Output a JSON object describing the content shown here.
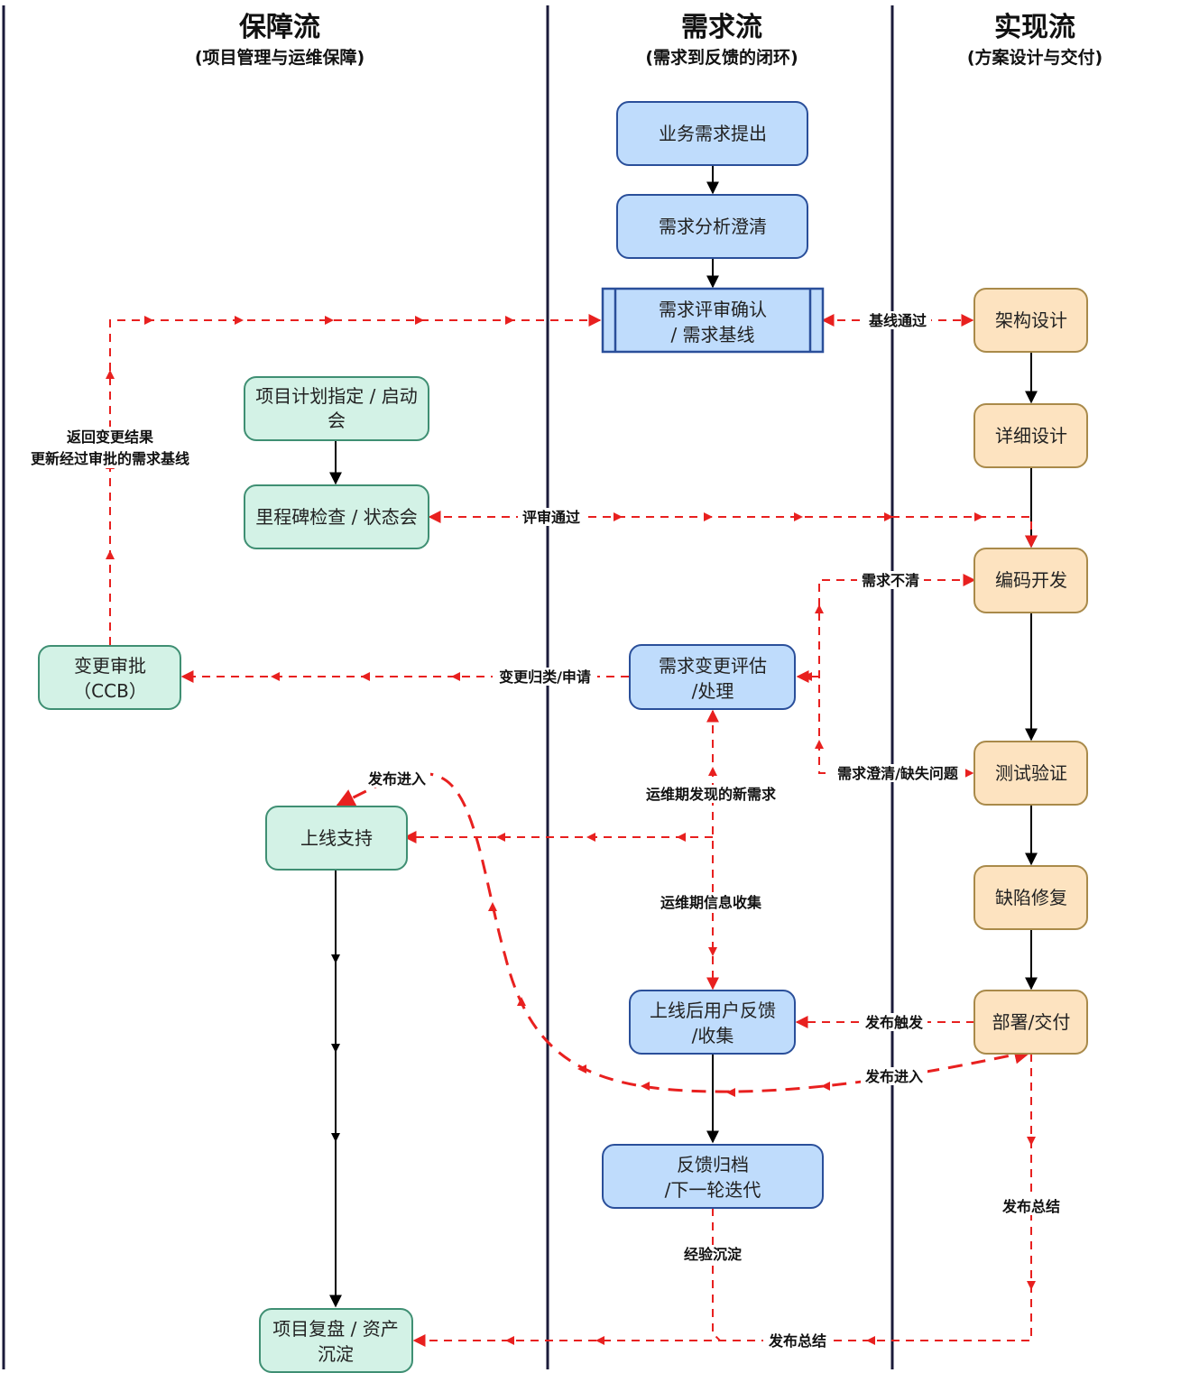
{
  "lanes": [
    {
      "title": "保障流",
      "subtitle": "(项目管理与运维保障)"
    },
    {
      "title": "需求流",
      "subtitle": "(需求到反馈的闭环)"
    },
    {
      "title": "实现流",
      "subtitle": "(方案设计与交付)"
    }
  ],
  "nodes": {
    "biz_req": [
      "业务需求提出"
    ],
    "req_analysis": [
      "需求分析澄清"
    ],
    "req_review": [
      "需求评审确认",
      "/ 需求基线"
    ],
    "project_plan": [
      "项目计划指定 / 启动",
      "会"
    ],
    "milestone": [
      "里程碑检查 / 状态会"
    ],
    "change_approval": [
      "变更审批",
      "（CCB）"
    ],
    "change_eval": [
      "需求变更评估",
      "/处理"
    ],
    "go_live": [
      "上线支持"
    ],
    "user_feedback": [
      "上线后用户反馈",
      "/收集"
    ],
    "archive": [
      "反馈归档",
      "/下一轮迭代"
    ],
    "retro": [
      "项目复盘 / 资产",
      "沉淀"
    ],
    "arch": [
      "架构设计"
    ],
    "detail": [
      "详细设计"
    ],
    "coding": [
      "编码开发"
    ],
    "testing": [
      "测试验证"
    ],
    "bugfix": [
      "缺陷修复"
    ],
    "deploy": [
      "部署/交付"
    ]
  },
  "edge_labels": {
    "return_change_1": "返回变更结果",
    "return_change_2": "更新经过审批的需求基线",
    "baseline_pass": "基线通过",
    "review_pass": "评审通过",
    "unclear_req": "需求不清",
    "change_request": "变更归类/申请",
    "clarify_issue": "需求澄清/缺失问题",
    "release_enter_top": "发布进入",
    "new_req_ops": "运维期发现的新需求",
    "ops_info": "运维期信息收集",
    "release_trigger": "发布触发",
    "release_enter_bottom": "发布进入",
    "release_summary_right": "发布总结",
    "experience": "经验沉淀",
    "release_summary_bottom": "发布总结"
  },
  "colors": {
    "demand_fill": "#bfdcfc",
    "guarantee_fill": "#d3f2e6",
    "implement_fill": "#fde3c0",
    "dashed_edge": "#e8201f"
  }
}
